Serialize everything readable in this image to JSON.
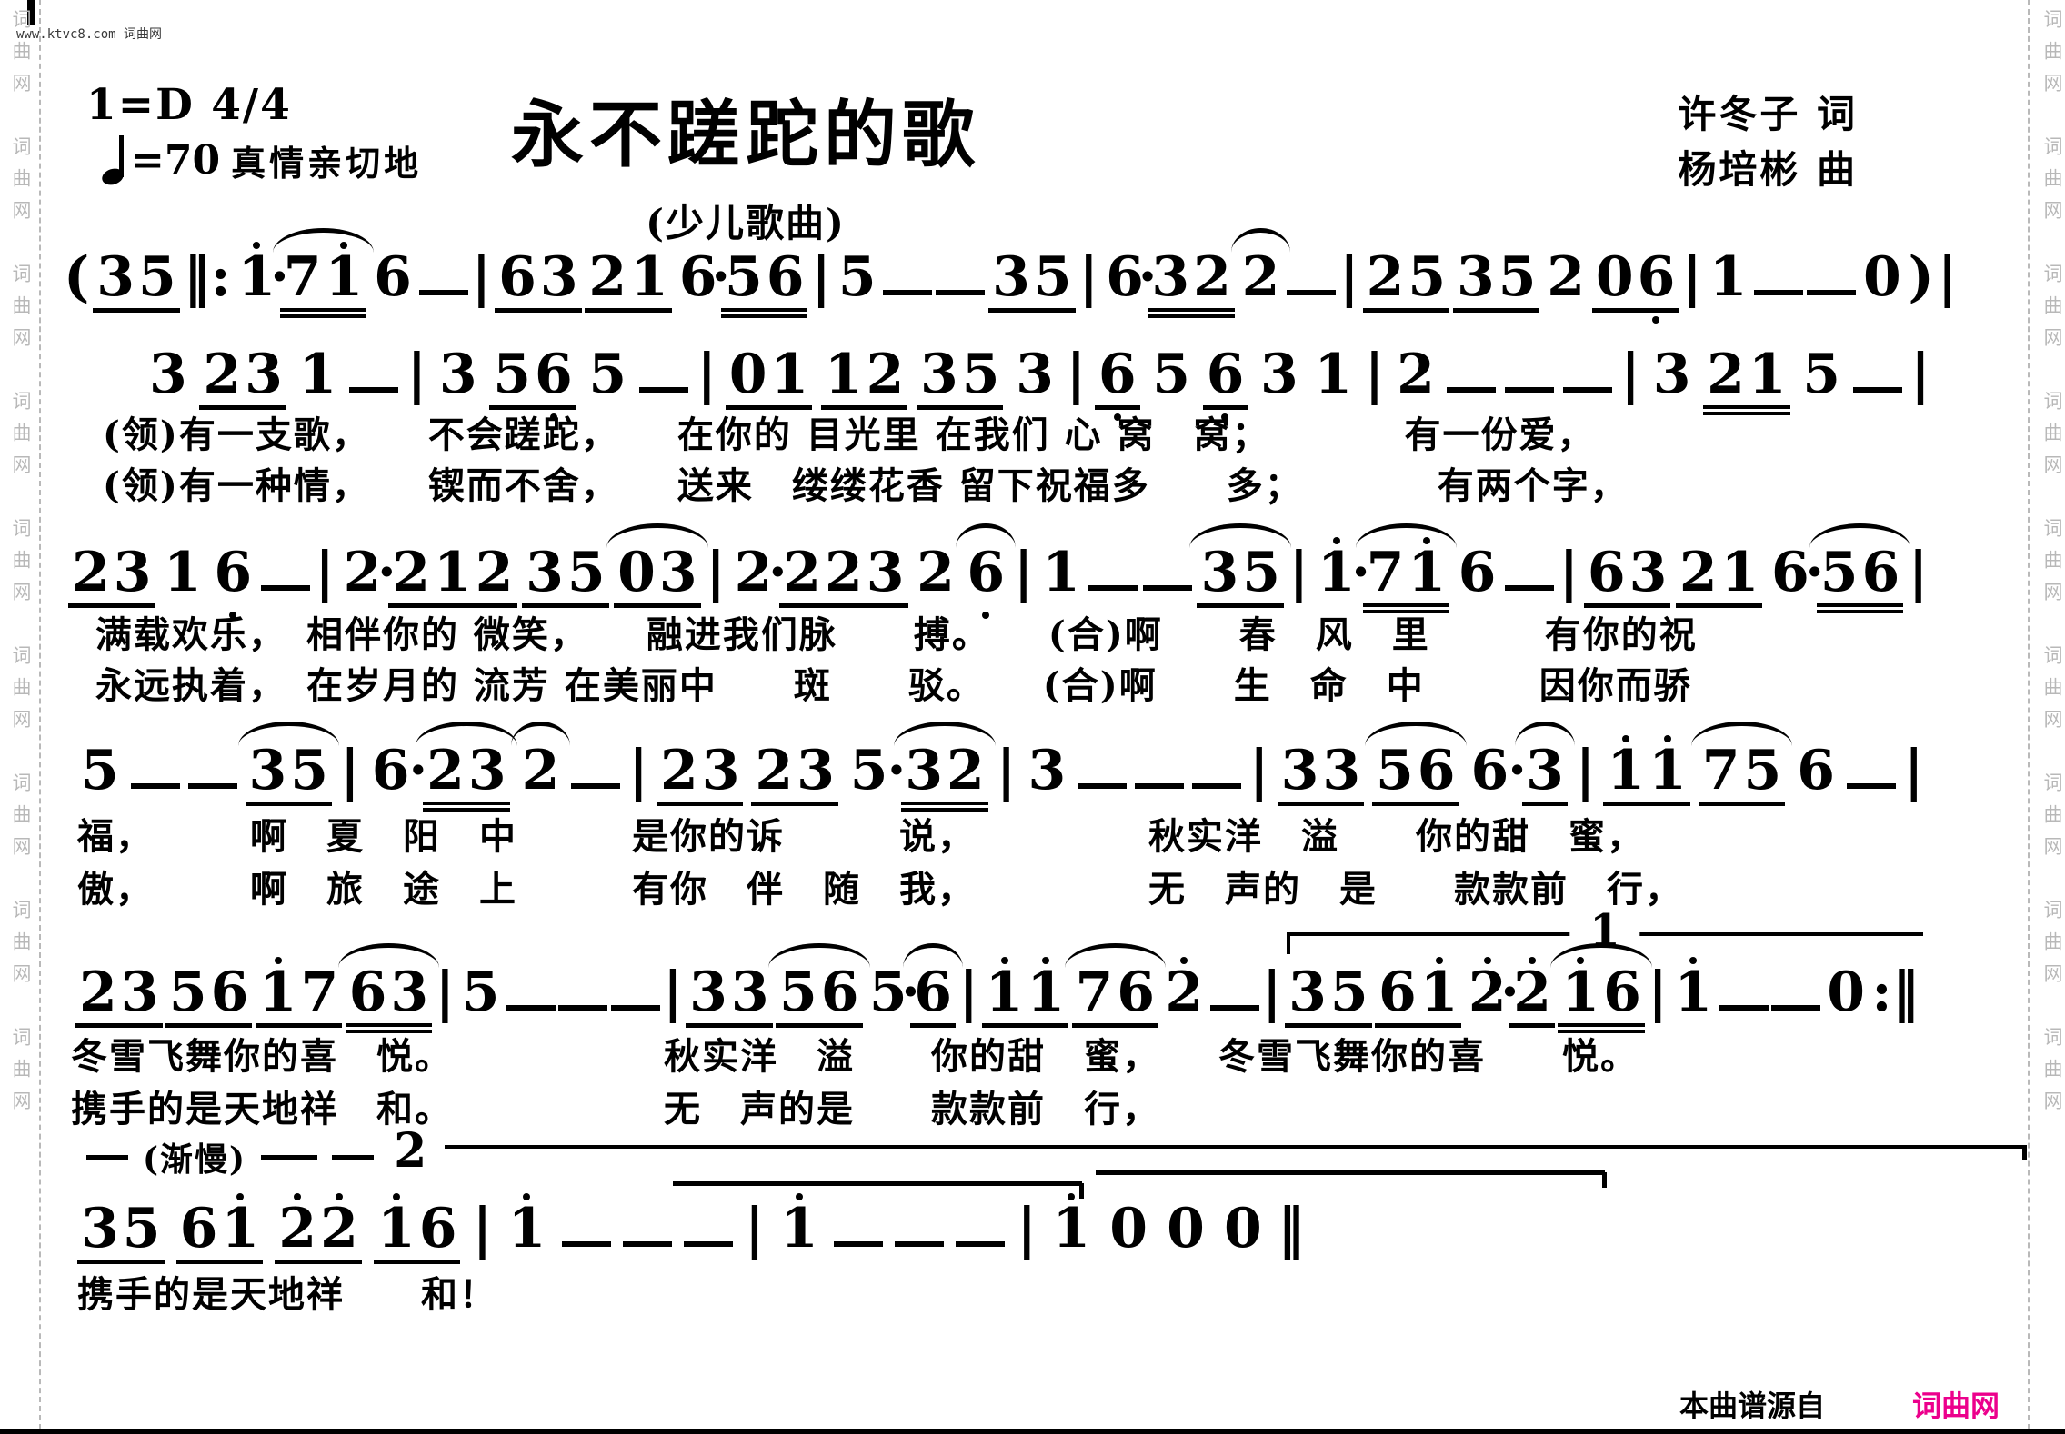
{
  "watermarks": {
    "top_left": "www.ktvc8.com 词曲网",
    "side_label": "词曲网",
    "footer_prefix": "本曲谱源自",
    "footer_brand": "词曲网",
    "brand_color": "#ec008c"
  },
  "header": {
    "key": "1=D 4/4",
    "tempo_note_icon": "quarter-note",
    "tempo": "=70",
    "expression": "真情亲切地",
    "title": "永不蹉跎的歌",
    "subtitle": "(少儿歌曲)",
    "lyricist": "许冬子 词",
    "composer": "杨培彬 曲"
  },
  "score": {
    "volta1": "1",
    "volta2": "2",
    "rit": "(渐慢)",
    "lines": [
      {
        "tokens": [
          {
            "t": "(",
            "k": "s"
          },
          {
            "t": "35",
            "u": 1
          },
          {
            "t": "‖:",
            "k": "s"
          },
          {
            "t": "1",
            "h": [
              0
            ]
          },
          {
            "t": "·",
            "k": "s"
          },
          {
            "t": "71",
            "u": 2,
            "h": [
              1
            ],
            "a": true
          },
          {
            "t": "6"
          },
          {
            "t": "—",
            "k": "d"
          },
          {
            "t": "|",
            "k": "b"
          },
          {
            "t": "63",
            "u": 1
          },
          {
            "t": "21",
            "u": 1
          },
          {
            "t": "6"
          },
          {
            "t": "·",
            "k": "s"
          },
          {
            "t": "56",
            "u": 2
          },
          {
            "t": "|",
            "k": "b"
          },
          {
            "t": "5"
          },
          {
            "t": "—",
            "k": "d"
          },
          {
            "t": "—",
            "k": "d"
          },
          {
            "t": "35",
            "u": 1
          },
          {
            "t": "|",
            "k": "b"
          },
          {
            "t": "6"
          },
          {
            "t": "·",
            "k": "s"
          },
          {
            "t": "32",
            "u": 2
          },
          {
            "t": "2",
            "a": true
          },
          {
            "t": "—",
            "k": "d"
          },
          {
            "t": "|",
            "k": "b"
          },
          {
            "t": "25",
            "u": 1
          },
          {
            "t": "35",
            "u": 1
          },
          {
            "t": "2"
          },
          {
            "t": "06",
            "u": 1,
            "l": [
              1
            ]
          },
          {
            "t": "|",
            "k": "b"
          },
          {
            "t": "1"
          },
          {
            "t": "—",
            "k": "d"
          },
          {
            "t": "—",
            "k": "d"
          },
          {
            "t": "0"
          },
          {
            "t": ")",
            "k": "s"
          },
          {
            "t": "|",
            "k": "b"
          }
        ],
        "lyrics": []
      },
      {
        "tokens": [
          {
            "t": "3"
          },
          {
            "t": "23",
            "u": 1
          },
          {
            "t": "1"
          },
          {
            "t": "—",
            "k": "d"
          },
          {
            "t": "|",
            "k": "b"
          },
          {
            "t": "3"
          },
          {
            "t": "56",
            "u": 1,
            "l": [
              1
            ]
          },
          {
            "t": "5"
          },
          {
            "t": "—",
            "k": "d"
          },
          {
            "t": "|",
            "k": "b"
          },
          {
            "t": "01",
            "u": 1
          },
          {
            "t": "12",
            "u": 1
          },
          {
            "t": "35",
            "u": 1
          },
          {
            "t": "3"
          },
          {
            "t": "|",
            "k": "b"
          },
          {
            "t": "6",
            "u": 1,
            "l": [
              0
            ]
          },
          {
            "t": "5"
          },
          {
            "t": "6",
            "u": 1,
            "l": [
              0
            ]
          },
          {
            "t": "3"
          },
          {
            "t": "1"
          },
          {
            "t": "|",
            "k": "b"
          },
          {
            "t": "2"
          },
          {
            "t": "—",
            "k": "d"
          },
          {
            "t": "—",
            "k": "d"
          },
          {
            "t": "—",
            "k": "d"
          },
          {
            "t": "|",
            "k": "b"
          },
          {
            "t": "3"
          },
          {
            "t": "21",
            "u": 2
          },
          {
            "t": "5"
          },
          {
            "t": "—",
            "k": "d"
          },
          {
            "t": "|",
            "k": "b"
          }
        ],
        "lyrics": [
          "(领)有一支歌，　　不会蹉跎，　　在你的 目光里 在我们 心 窝　窝；　　　　有一份爱，",
          "(领)有一种情，　　锲而不舍，　　送来　缕缕花香 留下祝福多　　多；　　　　有两个字，"
        ]
      },
      {
        "tokens": [
          {
            "t": "23",
            "u": 1
          },
          {
            "t": "1"
          },
          {
            "t": "6",
            "l": [
              0
            ]
          },
          {
            "t": "—",
            "k": "d"
          },
          {
            "t": "|",
            "k": "b"
          },
          {
            "t": "2"
          },
          {
            "t": "·",
            "k": "s"
          },
          {
            "t": "212",
            "u": 1
          },
          {
            "t": "35",
            "u": 1
          },
          {
            "t": "03",
            "u": 1,
            "a": true
          },
          {
            "t": "|",
            "k": "b"
          },
          {
            "t": "2"
          },
          {
            "t": "·",
            "k": "s"
          },
          {
            "t": "223",
            "u": 1
          },
          {
            "t": "2"
          },
          {
            "t": "6",
            "l": [
              0
            ],
            "a": true
          },
          {
            "t": "|",
            "k": "b"
          },
          {
            "t": "1"
          },
          {
            "t": "—",
            "k": "d"
          },
          {
            "t": "—",
            "k": "d"
          },
          {
            "t": "35",
            "u": 1,
            "a": true
          },
          {
            "t": "|",
            "k": "b"
          },
          {
            "t": "1",
            "h": [
              0
            ]
          },
          {
            "t": "·",
            "k": "s"
          },
          {
            "t": "71",
            "u": 2,
            "h": [
              1
            ],
            "a": true
          },
          {
            "t": "6"
          },
          {
            "t": "—",
            "k": "d"
          },
          {
            "t": "|",
            "k": "b"
          },
          {
            "t": "63",
            "u": 1
          },
          {
            "t": "21",
            "u": 1
          },
          {
            "t": "6"
          },
          {
            "t": "·",
            "k": "s"
          },
          {
            "t": "56",
            "u": 2,
            "a": true
          },
          {
            "t": "|",
            "k": "b"
          }
        ],
        "lyrics": [
          "满载欢乐，　相伴你的 微笑，　　融进我们脉　　搏。　　(合)啊　　春　风　里　　　有你的祝",
          "永远执着，　在岁月的 流芳 在美丽中　　斑　　驳。　　(合)啊　　生　命　中　　　因你而骄"
        ]
      },
      {
        "tokens": [
          {
            "t": "5"
          },
          {
            "t": "—",
            "k": "d"
          },
          {
            "t": "—",
            "k": "d"
          },
          {
            "t": "35",
            "u": 1,
            "a": true
          },
          {
            "t": "|",
            "k": "b"
          },
          {
            "t": "6"
          },
          {
            "t": "·",
            "k": "s"
          },
          {
            "t": "23",
            "u": 2,
            "a": true
          },
          {
            "t": "2",
            "a": true
          },
          {
            "t": "—",
            "k": "d"
          },
          {
            "t": "|",
            "k": "b"
          },
          {
            "t": "23",
            "u": 1
          },
          {
            "t": "23",
            "u": 1
          },
          {
            "t": "5"
          },
          {
            "t": "·",
            "k": "s"
          },
          {
            "t": "32",
            "u": 2,
            "a": true
          },
          {
            "t": "|",
            "k": "b"
          },
          {
            "t": "3"
          },
          {
            "t": "—",
            "k": "d"
          },
          {
            "t": "—",
            "k": "d"
          },
          {
            "t": "—",
            "k": "d"
          },
          {
            "t": "|",
            "k": "b"
          },
          {
            "t": "33",
            "u": 1
          },
          {
            "t": "56",
            "u": 1,
            "a": true
          },
          {
            "t": "6"
          },
          {
            "t": "·",
            "k": "s"
          },
          {
            "t": "3",
            "u": 1,
            "a": true
          },
          {
            "t": "|",
            "k": "b"
          },
          {
            "t": "11",
            "u": 1,
            "h": [
              0,
              1
            ]
          },
          {
            "t": "75",
            "u": 1,
            "a": true
          },
          {
            "t": "6"
          },
          {
            "t": "—",
            "k": "d"
          },
          {
            "t": "|",
            "k": "b"
          }
        ],
        "lyrics": [
          "福，　　　啊　夏　阳　中　　　是你的诉　　　说，　　　　　秋实洋　溢　　你的甜　蜜，",
          "傲，　　　啊　旅　途　上　　　有你　伴　随　我，　　　　　无　声的　是　　款款前　行，"
        ]
      },
      {
        "tokens": [
          {
            "t": "23",
            "u": 1
          },
          {
            "t": "56",
            "u": 1
          },
          {
            "t": "17",
            "u": 1,
            "h": [
              0
            ]
          },
          {
            "t": "63",
            "u": 2,
            "a": true
          },
          {
            "t": "|",
            "k": "b"
          },
          {
            "t": "5"
          },
          {
            "t": "—",
            "k": "d"
          },
          {
            "t": "—",
            "k": "d"
          },
          {
            "t": "—",
            "k": "d"
          },
          {
            "t": "|",
            "k": "b"
          },
          {
            "t": "33",
            "u": 1
          },
          {
            "t": "56",
            "u": 1,
            "a": true
          },
          {
            "t": "5"
          },
          {
            "t": "·",
            "k": "s"
          },
          {
            "t": "6",
            "u": 1,
            "a": true
          },
          {
            "t": "|",
            "k": "b"
          },
          {
            "t": "11",
            "u": 1,
            "h": [
              0,
              1
            ]
          },
          {
            "t": "76",
            "u": 1,
            "a": true
          },
          {
            "t": "2",
            "h": [
              0
            ]
          },
          {
            "t": "—",
            "k": "d"
          },
          {
            "t": "|",
            "k": "b"
          },
          {
            "t": "35",
            "u": 1
          },
          {
            "t": "61",
            "u": 1,
            "h": [
              1
            ]
          },
          {
            "t": "2",
            "h": [
              0
            ]
          },
          {
            "t": "·",
            "k": "s"
          },
          {
            "t": "2",
            "h": [
              0
            ],
            "u": 1
          },
          {
            "t": "16",
            "u": 2,
            "h": [
              0
            ],
            "a": true
          },
          {
            "t": "|",
            "k": "b"
          },
          {
            "t": "1",
            "h": [
              0
            ]
          },
          {
            "t": "—",
            "k": "d"
          },
          {
            "t": "—",
            "k": "d"
          },
          {
            "t": "0"
          },
          {
            "t": ":‖",
            "k": "s"
          }
        ],
        "lyrics": [
          "冬雪飞舞你的喜　悦。　　　　　　秋实洋　溢　　你的甜　蜜，　　冬雪飞舞你的喜　　悦。",
          "携手的是天地祥　和。　　　　　　无　声的是　　款款前　行，"
        ]
      },
      {
        "tokens": [
          {
            "t": "35",
            "u": 1
          },
          {
            "t": "61",
            "u": 1,
            "h": [
              1
            ]
          },
          {
            "t": "22",
            "u": 1,
            "h": [
              0,
              1
            ]
          },
          {
            "t": "16",
            "u": 1,
            "h": [
              0
            ]
          },
          {
            "t": "|",
            "k": "b"
          },
          {
            "t": "1",
            "h": [
              0
            ]
          },
          {
            "t": "—",
            "k": "d"
          },
          {
            "t": "—",
            "k": "d"
          },
          {
            "t": "—",
            "k": "d"
          },
          {
            "t": "|",
            "k": "b"
          },
          {
            "t": "1",
            "h": [
              0
            ]
          },
          {
            "t": "—",
            "k": "d"
          },
          {
            "t": "—",
            "k": "d"
          },
          {
            "t": "—",
            "k": "d"
          },
          {
            "t": "|",
            "k": "b"
          },
          {
            "t": "1",
            "h": [
              0
            ]
          },
          {
            "t": "0"
          },
          {
            "t": "0"
          },
          {
            "t": "0"
          },
          {
            "t": "‖",
            "k": "s"
          }
        ],
        "lyrics": [
          "携手的是天地祥　　和！"
        ]
      }
    ]
  }
}
